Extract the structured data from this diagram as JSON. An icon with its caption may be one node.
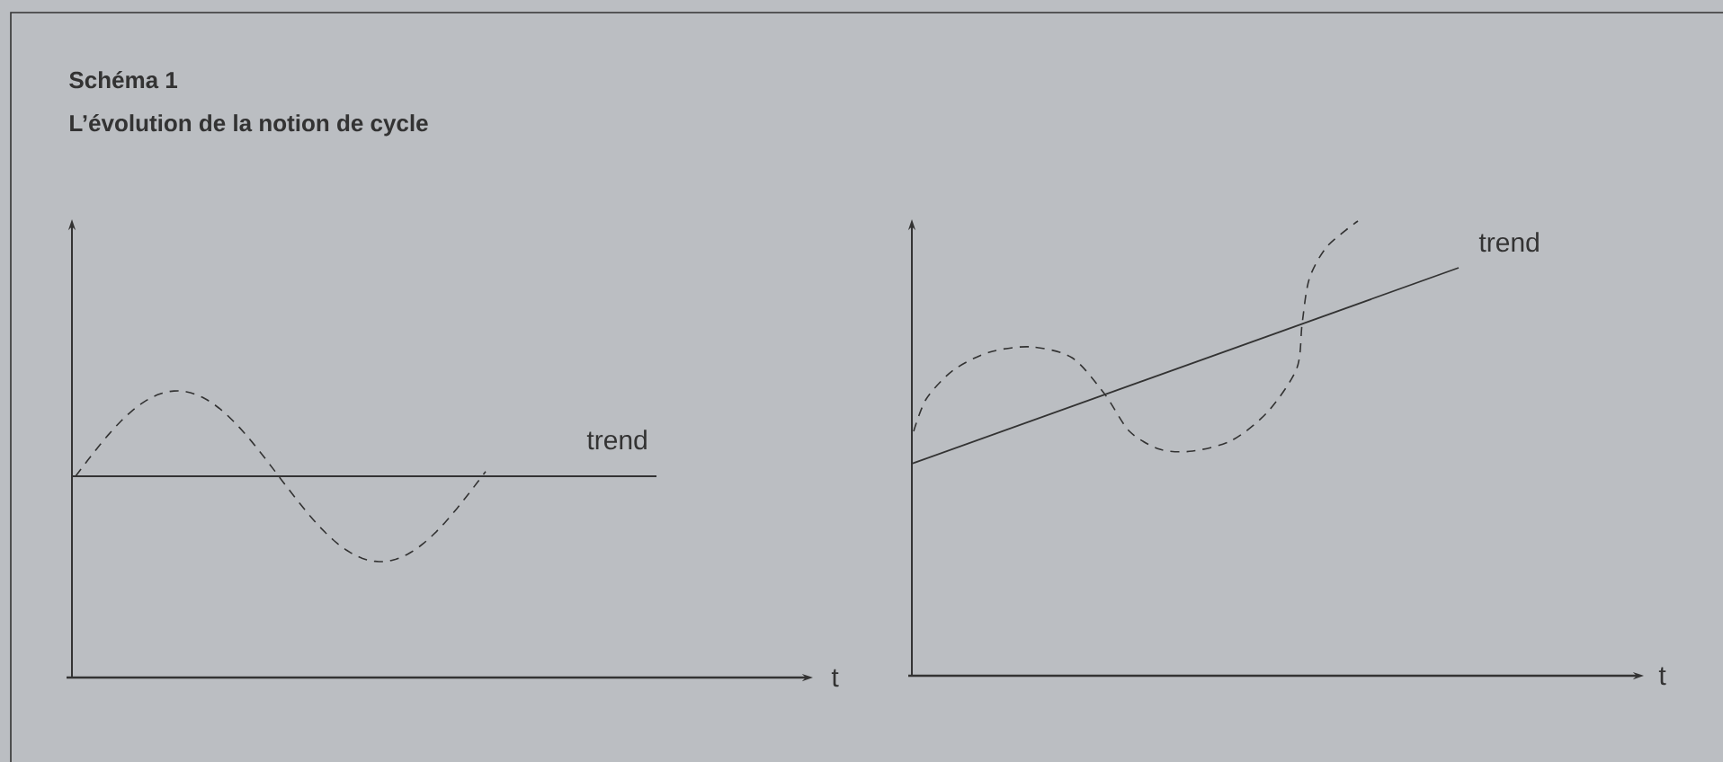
{
  "diagram": {
    "title": "Schéma 1",
    "labels": [
      "L’évolution de la notion de cycle",
      "trend",
      "t",
      "trend",
      "t"
    ]
  }
}
